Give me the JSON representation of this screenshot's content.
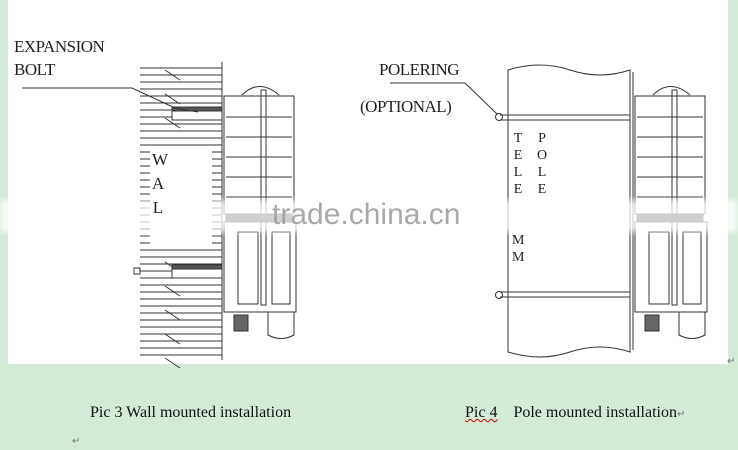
{
  "figure_left": {
    "label_line1": "EXPANSION",
    "label_line2": "BOLT",
    "wall_letters": [
      "W",
      "A",
      "L"
    ],
    "caption": "Pic 3 Wall mounted installation"
  },
  "figure_right": {
    "label_line1": "POLERING",
    "label_line2": "(OPTIONAL)",
    "pole_letters_left": [
      "T",
      "E",
      "L",
      "E",
      "",
      "",
      "M",
      "M"
    ],
    "pole_letters_right": [
      "P",
      "O",
      "L",
      "E"
    ],
    "caption_prefix": "Pic 4",
    "caption_text": "Pole mounted installation"
  },
  "watermark": "trade.china.cn",
  "return_mark": "↵",
  "colors": {
    "background": "#d4ebd7",
    "panel": "#ffffff"
  }
}
